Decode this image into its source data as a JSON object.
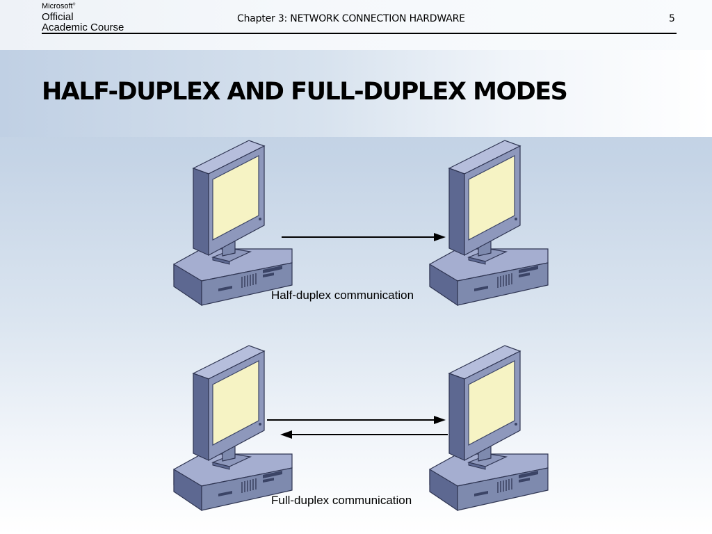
{
  "header": {
    "logo_line1": "Microsoft",
    "logo_line2": "Official",
    "logo_line3": "Academic Course",
    "chapter": "Chapter 3: NETWORK CONNECTION HARDWARE",
    "page_number": "5"
  },
  "slide": {
    "title": "HALF-DUPLEX AND FULL-DUPLEX MODES"
  },
  "diagram": {
    "half_duplex": {
      "caption": "Half-duplex communication",
      "arrows": [
        "left-to-right"
      ]
    },
    "full_duplex": {
      "caption": "Full-duplex communication",
      "arrows": [
        "left-to-right",
        "right-to-left"
      ]
    },
    "colors": {
      "case_front": "#7e8aae",
      "case_top": "#a5aed0",
      "case_side": "#5d6891",
      "screen": "#f6f3c4",
      "arrow": "#000000"
    }
  }
}
